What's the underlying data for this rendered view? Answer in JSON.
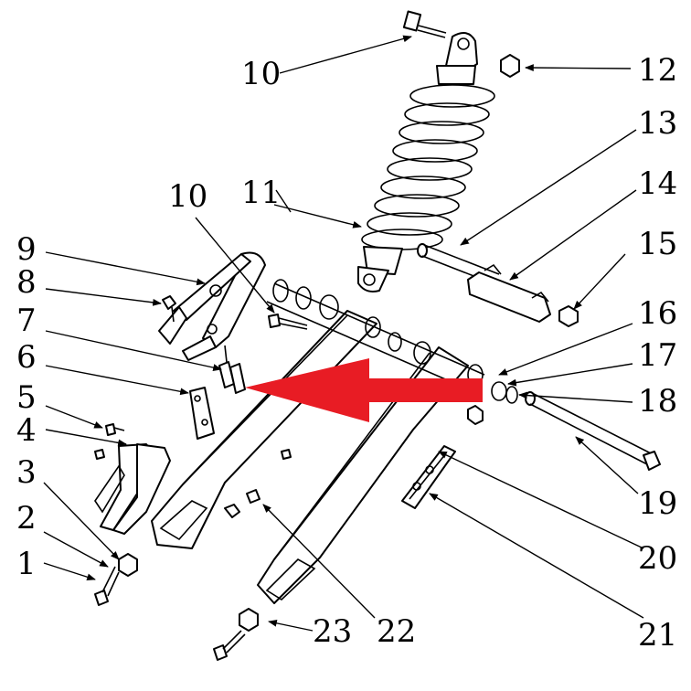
{
  "labels": [
    {
      "id": "1",
      "text": "1"
    },
    {
      "id": "2",
      "text": "2"
    },
    {
      "id": "3",
      "text": "3"
    },
    {
      "id": "4",
      "text": "4"
    },
    {
      "id": "5",
      "text": "5"
    },
    {
      "id": "6",
      "text": "6"
    },
    {
      "id": "7",
      "text": "7"
    },
    {
      "id": "8",
      "text": "8"
    },
    {
      "id": "9",
      "text": "9"
    },
    {
      "id": "10a",
      "text": "10"
    },
    {
      "id": "10b",
      "text": "10"
    },
    {
      "id": "11",
      "text": "11"
    },
    {
      "id": "12",
      "text": "12"
    },
    {
      "id": "13",
      "text": "13"
    },
    {
      "id": "14",
      "text": "14"
    },
    {
      "id": "15",
      "text": "15"
    },
    {
      "id": "16",
      "text": "16"
    },
    {
      "id": "17",
      "text": "17"
    },
    {
      "id": "18",
      "text": "18"
    },
    {
      "id": "19",
      "text": "19"
    },
    {
      "id": "20",
      "text": "20"
    },
    {
      "id": "21",
      "text": "21"
    },
    {
      "id": "22",
      "text": "22"
    },
    {
      "id": "23",
      "text": "23"
    }
  ],
  "colors": {
    "highlight_arrow": "#e81c24",
    "ink": "#000000"
  }
}
